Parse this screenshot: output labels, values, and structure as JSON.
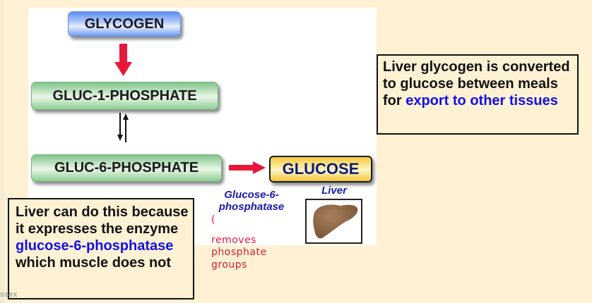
{
  "diagram": {
    "nodes": {
      "glycogen": "GLYCOGEN",
      "gluc1p": "GLUC-1-PHOSPHATE",
      "gluc6p": "GLUC-6-PHOSPHATE",
      "glucose": "GLUCOSE"
    },
    "enzyme_label_line1": "Glucose-6-",
    "enzyme_label_line2": "phosphatase",
    "organ_label": "Liver",
    "handwritten_note": [
      "(",
      "removes",
      "phosphate",
      "groups"
    ]
  },
  "notes": {
    "right": {
      "text_black": "Liver glycogen is converted to glucose between meals for ",
      "text_blue": "export to other tissues"
    },
    "left": {
      "text_black_1": "Liver can do this because it expresses the enzyme ",
      "text_blue": "glucose-6-phosphatase",
      "text_black_2": " which muscle does not"
    }
  },
  "watermark": "ssex",
  "colors": {
    "background": "#fff2d4",
    "arrow_red": "#e8173a",
    "label_blue": "#1a1aa8",
    "highlight_blue": "#1010e8",
    "handwriting_red": "#e01a3a"
  }
}
